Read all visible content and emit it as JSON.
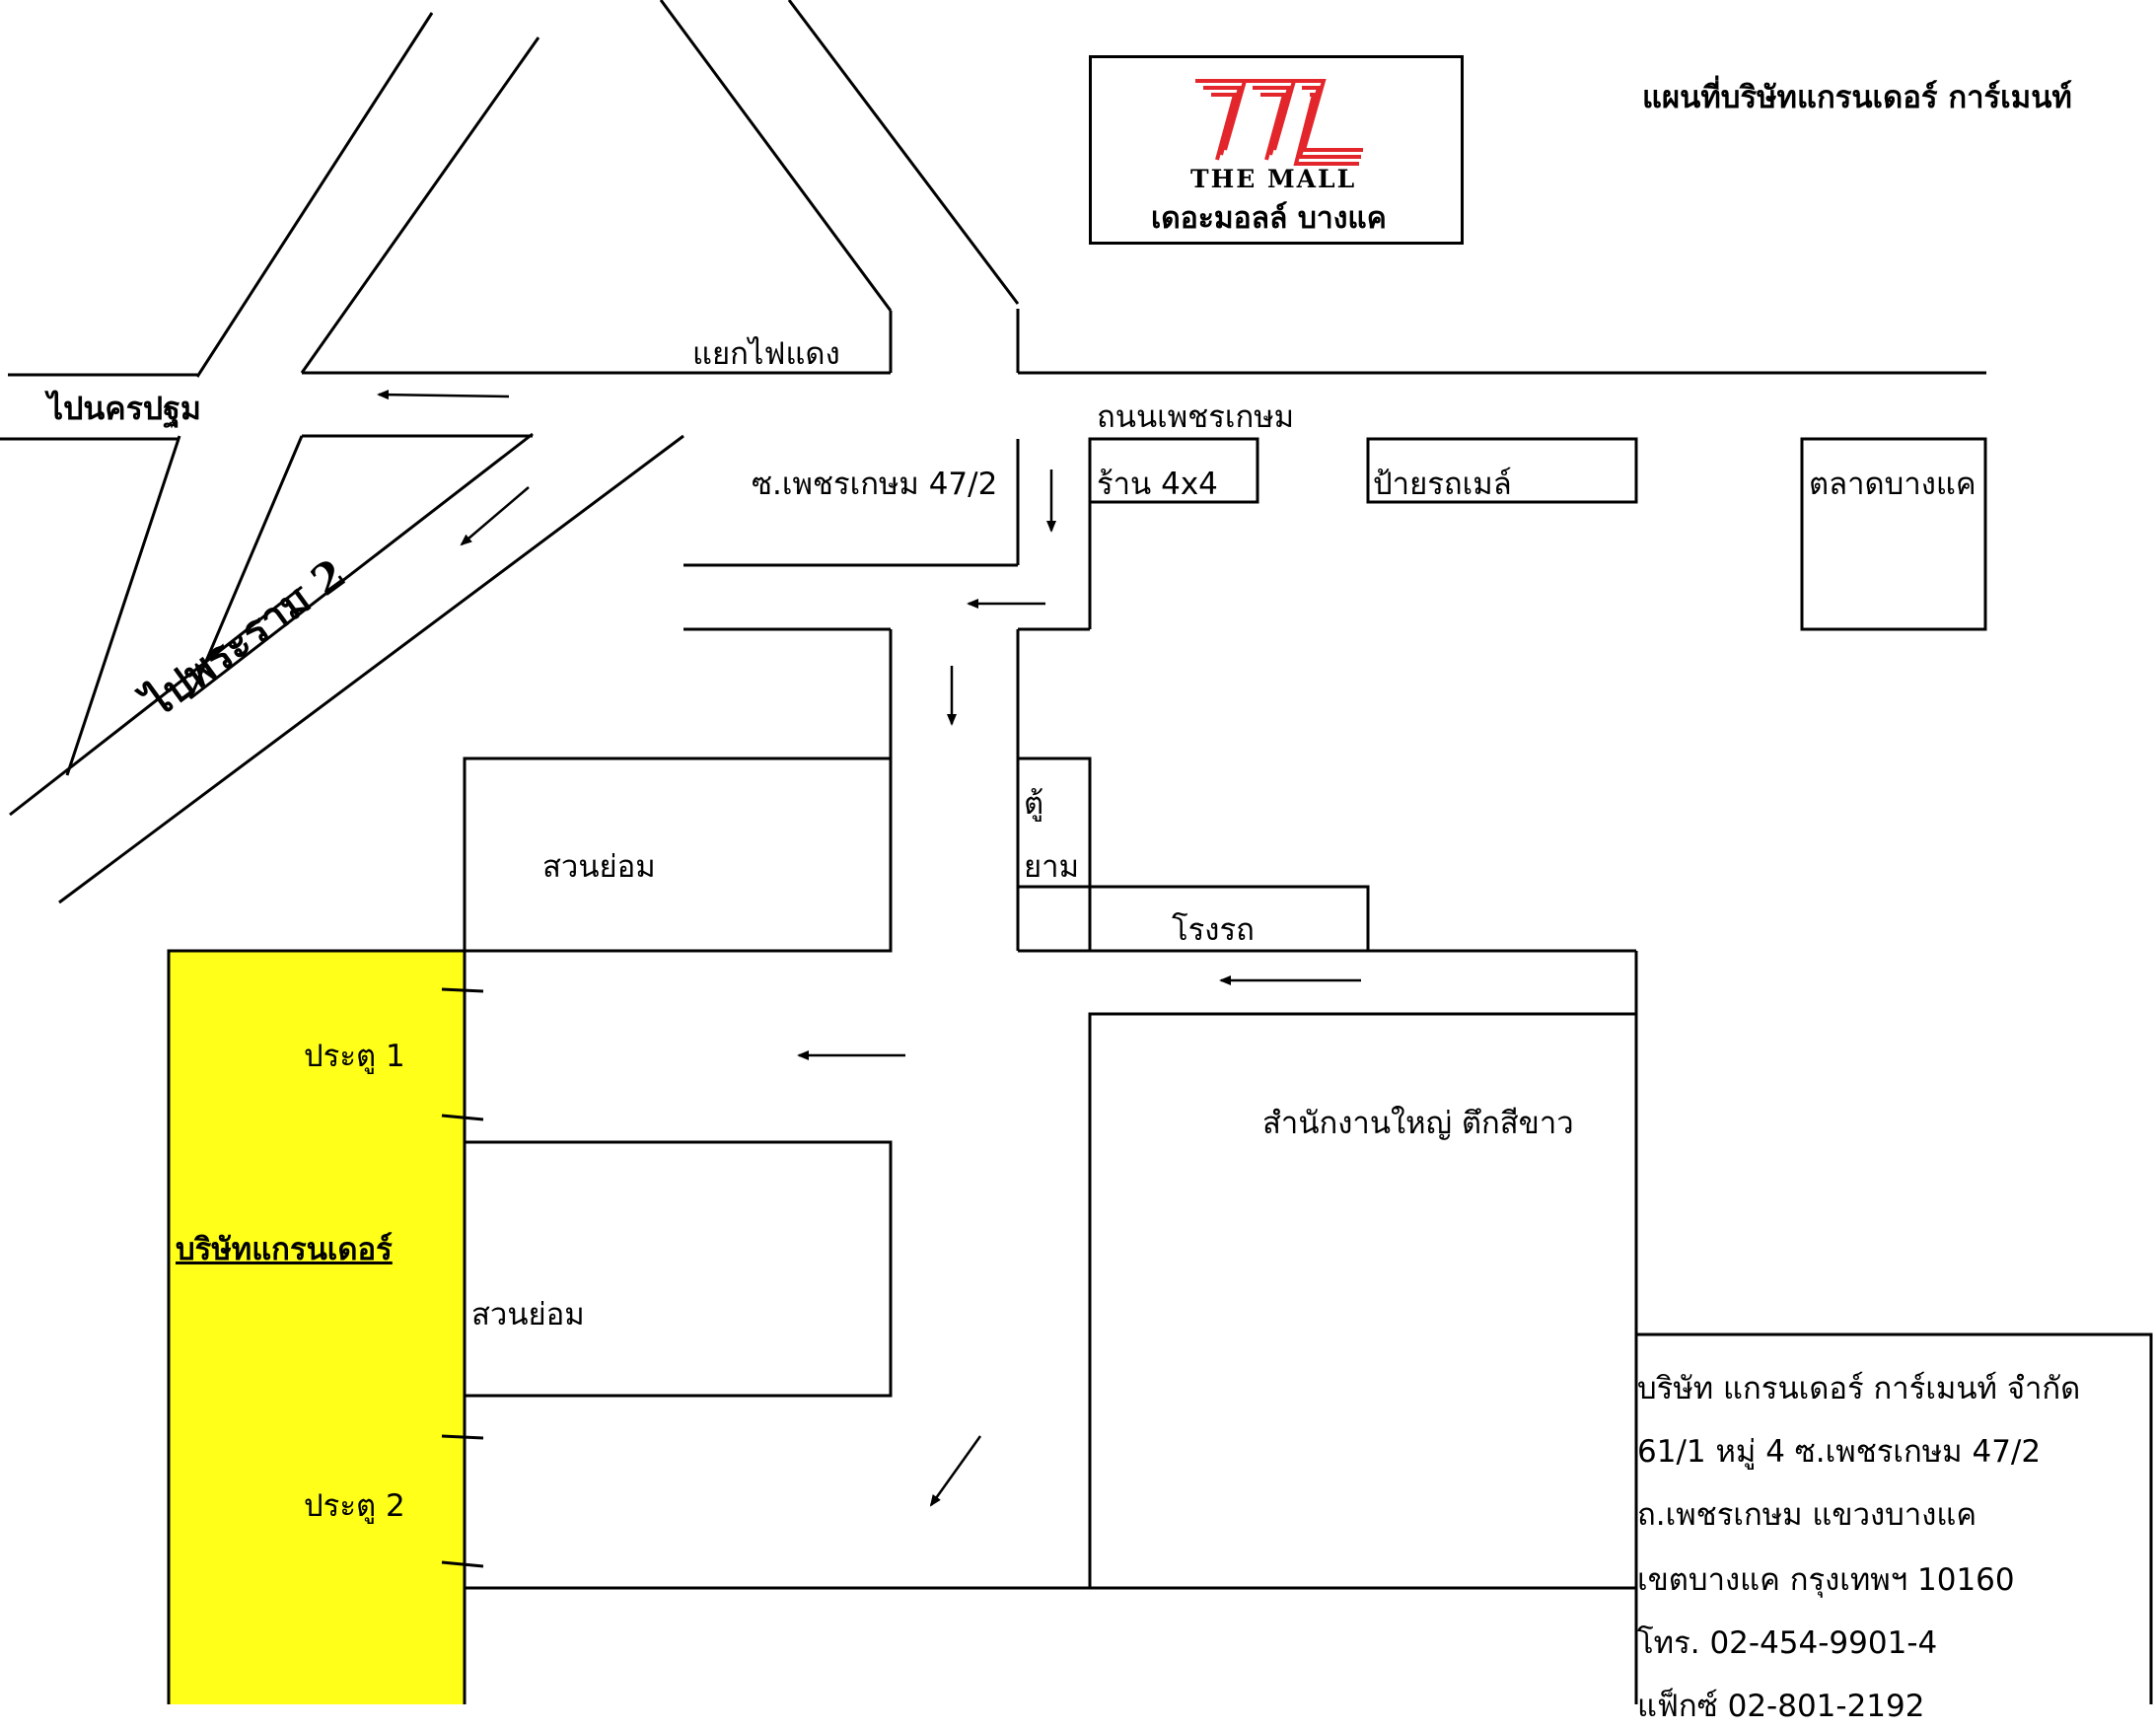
{
  "title": "แผนที่บริษัทแกรนเดอร์ การ์เมนท์",
  "logo": {
    "brand": "THE MALL",
    "caption": "เดอะมอลล์ บางแค",
    "color": "#e3262c"
  },
  "labels": {
    "to_nakhon_pathom": "ไปนครปฐม",
    "to_rama2": "ไปพระราม 2",
    "traffic_light": "แยกไฟแดง",
    "phetkasem_road": "ถนนเพชรเกษม",
    "soi": "ซ.เพชรเกษม 47/2",
    "shop_4x4": "ร้าน 4x4",
    "bus_stop": "ป้ายรถเมล์",
    "bangkhae_market": "ตลาดบางแค",
    "guard_1": "ตู้",
    "guard_2": "ยาม",
    "garden_1": "สวนย่อม",
    "garden_2": "สวนย่อม",
    "garage": "โรงรถ",
    "head_office": "สำนักงานใหญ่ ตึกสีขาว",
    "gate_1": "ประตู 1",
    "gate_2": "ประตู 2",
    "company": "บริษัทแกรนเดอร์"
  },
  "address": [
    "บริษัท แกรนเดอร์ การ์เมนท์ จำกัด",
    "61/1 หมู่ 4 ซ.เพชรเกษม 47/2",
    "ถ.เพชรเกษม แขวงบางแค",
    "เขตบางแค กรุงเทพฯ  10160",
    "โทร. 02-454-9901-4",
    "แฟ็กซ์ 02-801-2192"
  ],
  "colors": {
    "company_fill": "#ffff1a",
    "line": "#000000"
  }
}
